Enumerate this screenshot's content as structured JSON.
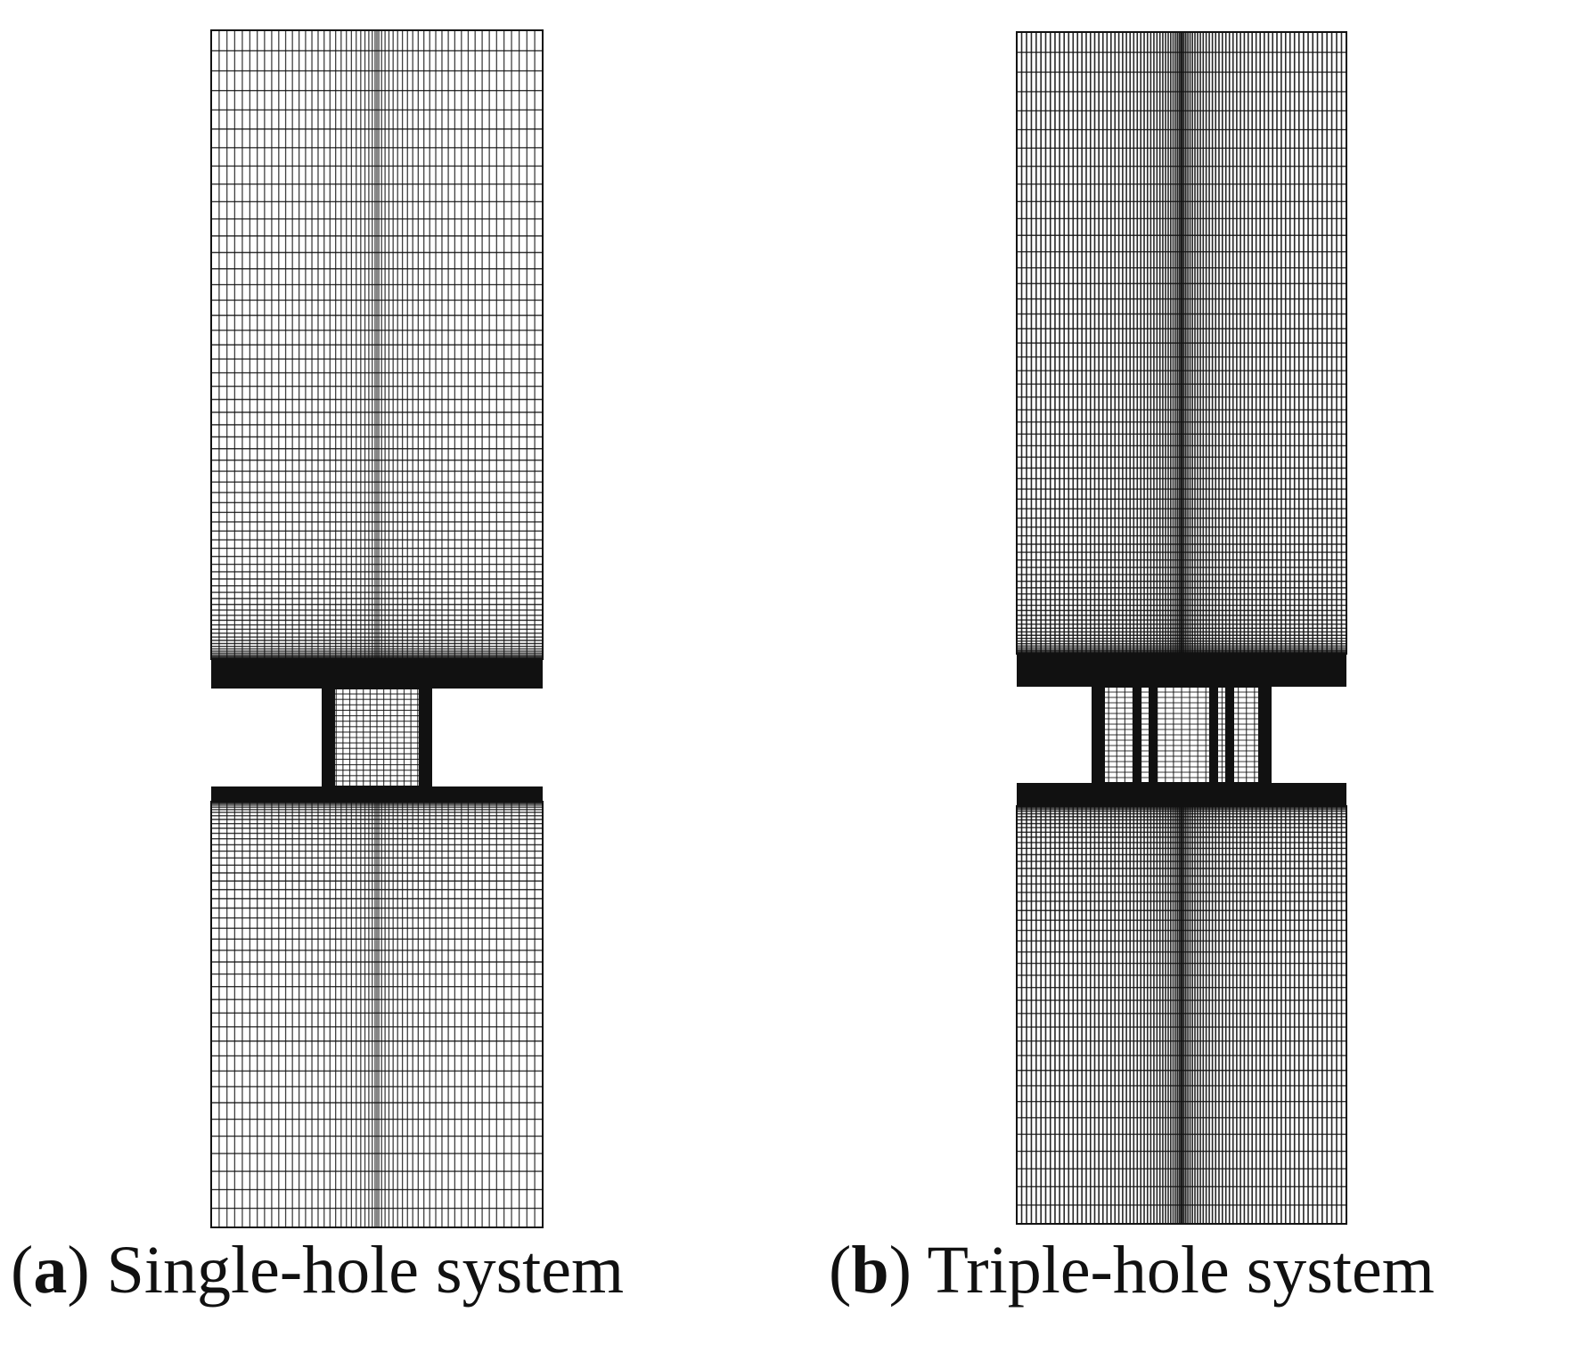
{
  "figure": {
    "panels": [
      {
        "id": "a",
        "letter": "a",
        "caption": "Single-hole system",
        "holes": 1
      },
      {
        "id": "b",
        "letter": "b",
        "caption": "Triple-hole system",
        "holes": 3
      }
    ],
    "colors": {
      "mesh_line": "#111111",
      "background": "#ffffff"
    }
  }
}
